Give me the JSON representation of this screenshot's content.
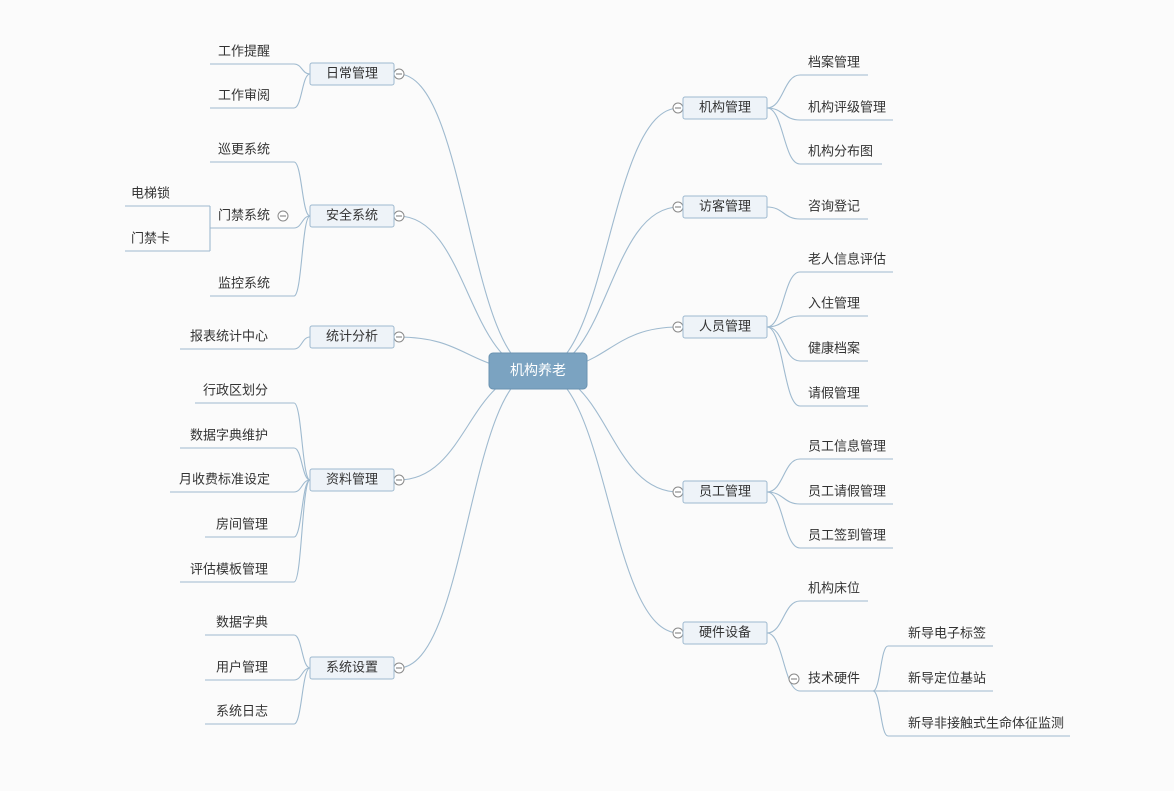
{
  "root": {
    "label": "机构养老"
  },
  "left": [
    {
      "label": "日常管理",
      "children": [
        {
          "label": "工作提醒"
        },
        {
          "label": "工作审阅"
        }
      ]
    },
    {
      "label": "安全系统",
      "children": [
        {
          "label": "巡更系统"
        },
        {
          "label": "门禁系统",
          "children": [
            {
              "label": "电梯锁"
            },
            {
              "label": "门禁卡"
            }
          ]
        },
        {
          "label": "监控系统"
        }
      ]
    },
    {
      "label": "统计分析",
      "children": [
        {
          "label": "报表统计中心"
        }
      ]
    },
    {
      "label": "资料管理",
      "children": [
        {
          "label": "行政区划分"
        },
        {
          "label": "数据字典维护"
        },
        {
          "label": "月收费标准设定"
        },
        {
          "label": "房间管理"
        },
        {
          "label": "评估模板管理"
        }
      ]
    },
    {
      "label": "系统设置",
      "children": [
        {
          "label": "数据字典"
        },
        {
          "label": "用户管理"
        },
        {
          "label": "系统日志"
        }
      ]
    }
  ],
  "right": [
    {
      "label": "机构管理",
      "children": [
        {
          "label": "档案管理"
        },
        {
          "label": "机构评级管理"
        },
        {
          "label": "机构分布图"
        }
      ]
    },
    {
      "label": "访客管理",
      "children": [
        {
          "label": "咨询登记"
        }
      ]
    },
    {
      "label": "人员管理",
      "children": [
        {
          "label": "老人信息评估"
        },
        {
          "label": "入住管理"
        },
        {
          "label": "健康档案"
        },
        {
          "label": "请假管理"
        }
      ]
    },
    {
      "label": "员工管理",
      "children": [
        {
          "label": "员工信息管理"
        },
        {
          "label": "员工请假管理"
        },
        {
          "label": "员工签到管理"
        }
      ]
    },
    {
      "label": "硬件设备",
      "children": [
        {
          "label": "机构床位"
        },
        {
          "label": "技术硬件",
          "children": [
            {
              "label": "新导电子标签"
            },
            {
              "label": "新导定位基站"
            },
            {
              "label": "新导非接触式生命体征监测"
            }
          ]
        }
      ]
    }
  ],
  "colors": {
    "root_fill": "#7ba3c1",
    "node_fill": "#eef3f8",
    "node_stroke": "#9eb9cf",
    "line": "#9fbacf",
    "text": "#333333",
    "background": "#fbfbfb"
  }
}
